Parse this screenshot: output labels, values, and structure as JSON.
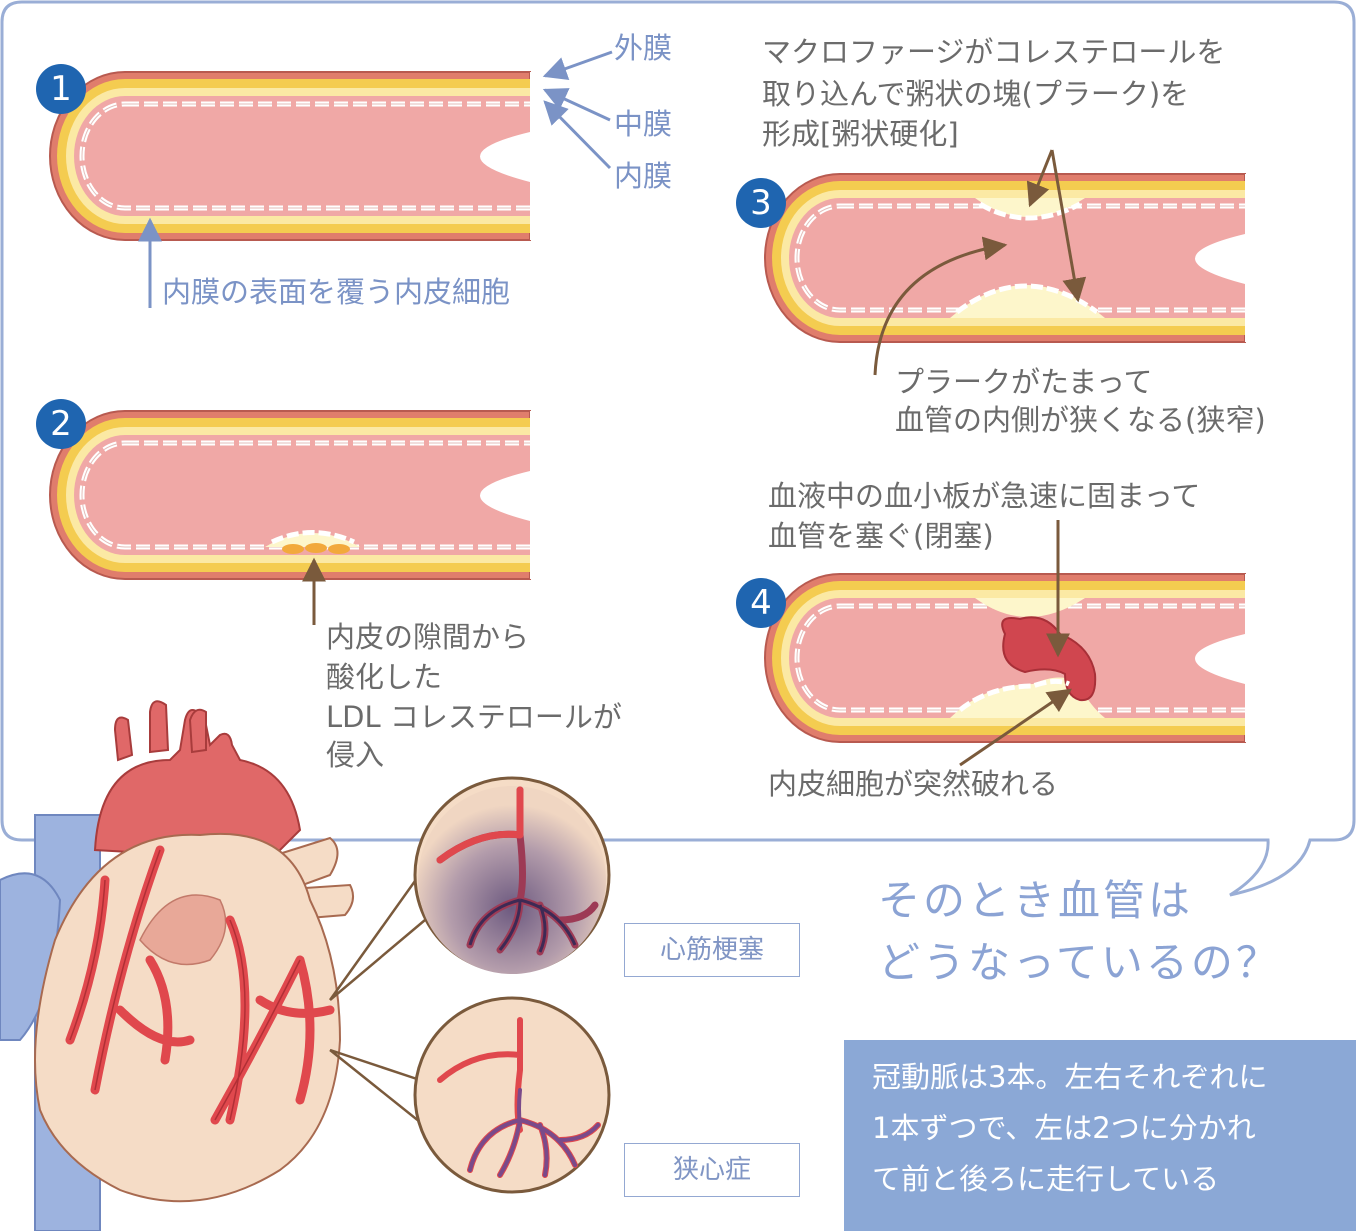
{
  "layers": {
    "outer": "外膜",
    "middle": "中膜",
    "inner": "内膜"
  },
  "steps": [
    {
      "number": "1",
      "caption": "内膜の表面を覆う内皮細胞"
    },
    {
      "number": "2",
      "caption_lines": [
        "内皮の隙間から",
        "酸化した",
        "LDL コレステロールが",
        "侵入"
      ]
    },
    {
      "number": "3",
      "top_lines": [
        "マクロファージがコレステロールを",
        "取り込んで粥状の塊(プラーク)を",
        "形成[粥状硬化]"
      ],
      "bottom_lines": [
        "プラークがたまって",
        "血管の内側が狭くなる(狭窄)"
      ]
    },
    {
      "number": "4",
      "top_lines": [
        "血液中の血小板が急速に固まって",
        "血管を塞ぐ(閉塞)"
      ],
      "bottom_caption": "内皮細胞が突然破れる"
    }
  ],
  "question_lines": [
    "そのとき血管は",
    "どうなっているの？"
  ],
  "conditions": {
    "infarction": "心筋梗塞",
    "angina": "狭心症"
  },
  "info_lines": [
    "冠動脈は3本。左右それぞれに",
    "1本ずつで、左は2つに分かれ",
    "て前と後ろに走行している"
  ],
  "colors": {
    "outer_wall": "#e07d6c",
    "media": "#f4cc50",
    "lumen": "#f0a8a6",
    "plaque": "#fdf6cb",
    "clot": "#d0464f",
    "badge": "#1f65b0",
    "bubble_border": "#9aaed6",
    "info_bg": "#8ba8d6"
  },
  "icons": [
    "heart-illustration",
    "zoom-circle-infarction",
    "zoom-circle-angina"
  ]
}
